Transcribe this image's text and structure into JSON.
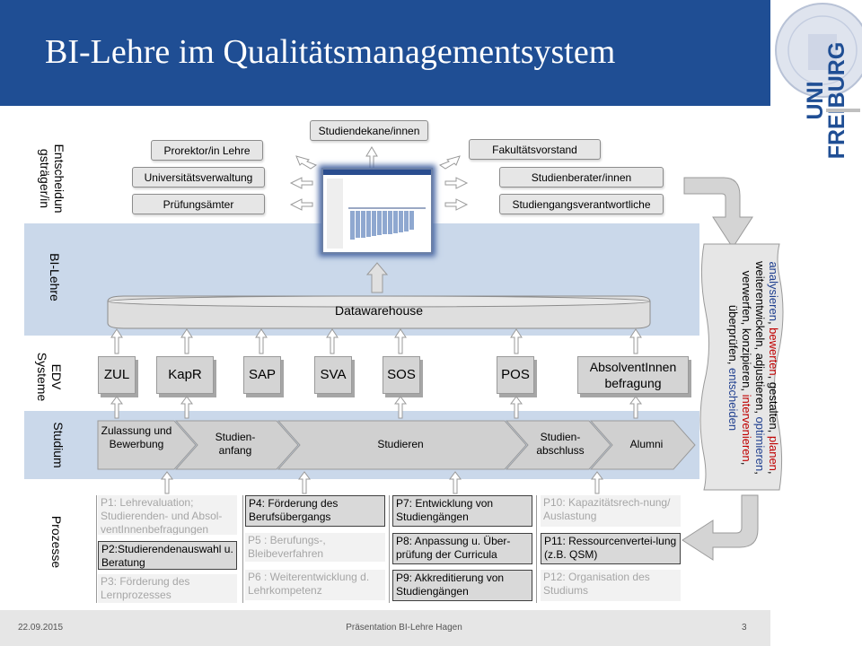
{
  "header": {
    "title": "BI-Lehre im Qualitätsmanagementsystem",
    "logo_lines": [
      "UNI",
      "FREIBURG"
    ],
    "brand_color": "#1f4e94"
  },
  "categories": {
    "decision": "Entscheidun\ngsträger/in",
    "bi": "BI-Lehre",
    "edv": "EDV\nSysteme",
    "studium": "Studium",
    "prozesse": "Prozesse"
  },
  "decision_makers": {
    "top": "Studiendekane/innen",
    "left": [
      "Prorektor/in Lehre",
      "Universitätsverwaltung",
      "Prüfungsämter"
    ],
    "right": [
      "Fakultätsvorstand",
      "Studienberater/innen",
      "Studiengangsverantwortliche"
    ]
  },
  "datawarehouse": "Datawarehouse",
  "edv_systems": [
    "ZUL",
    "KapR",
    "SAP",
    "SVA",
    "SOS",
    "POS",
    "AbsolventInnen befragung"
  ],
  "studium_steps": [
    "Zulassung und Bewerbung",
    "Studien-anfang",
    "Studieren",
    "Studien-abschluss",
    "Alumni"
  ],
  "scroll": {
    "words": [
      {
        "text": "analysieren",
        "color": "blue"
      },
      {
        "text": ", ",
        "color": "black"
      },
      {
        "text": "bewerten",
        "color": "red"
      },
      {
        "text": ", gestalten, ",
        "color": "black"
      },
      {
        "text": "planen",
        "color": "red"
      },
      {
        "text": ", weiterentwickeln, adjustieren, ",
        "color": "black"
      },
      {
        "text": "optimieren",
        "color": "blue"
      },
      {
        "text": ", verwerfen, konzipieren, ",
        "color": "black"
      },
      {
        "text": "intervenieren",
        "color": "red"
      },
      {
        "text": ", überprüfen, ",
        "color": "black"
      },
      {
        "text": "entscheiden",
        "color": "blue"
      }
    ]
  },
  "processes": [
    {
      "text": "P1: Lehrevaluation; Studierenden- und Absol-ventInnenbefragungen",
      "active": false
    },
    {
      "text": "P2:Studierendenauswahl u. Beratung",
      "active": true
    },
    {
      "text": "P3: Förderung des Lernprozesses",
      "active": false
    },
    {
      "text": "P4: Förderung des Berufsübergangs",
      "active": true
    },
    {
      "text": "P5 : Berufungs-, Bleibeverfahren",
      "active": false
    },
    {
      "text": "P6 : Weiterentwicklung d. Lehrkompetenz",
      "active": false
    },
    {
      "text": "P7: Entwicklung von Studiengängen",
      "active": true
    },
    {
      "text": "P8: Anpassung u. Über-prüfung der Curricula",
      "active": true
    },
    {
      "text": "P9: Akkreditierung von Studiengängen",
      "active": true
    },
    {
      "text": "P10: Kapazitätsrech-nung/ Auslastung",
      "active": false
    },
    {
      "text": "P11: Ressourcenvertei-lung (z.B. QSM)",
      "active": true
    },
    {
      "text": "P12: Organisation des Studiums",
      "active": false
    }
  ],
  "footer": {
    "date": "22.09.2015",
    "center": "Präsentation BI-Lehre Hagen",
    "page": "3"
  },
  "colors": {
    "band": "#cad8ea",
    "red": "#c00000",
    "blue": "#1f3f8f"
  }
}
